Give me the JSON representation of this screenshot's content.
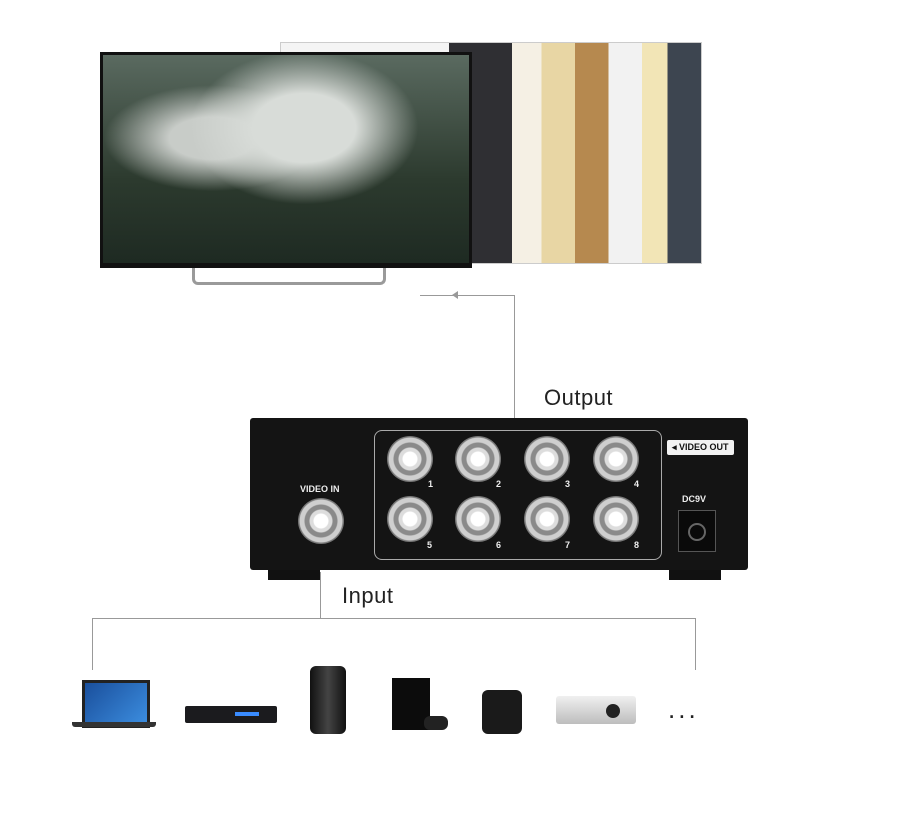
{
  "labels": {
    "output": "Output",
    "input": "Input",
    "more": "..."
  },
  "device": {
    "video_in": "VIDEO IN",
    "video_out": "VIDEO OUT",
    "power": "DC9V",
    "ports": [
      "1",
      "2",
      "3",
      "4",
      "5",
      "6",
      "7",
      "8"
    ]
  },
  "sources": [
    "laptop",
    "dvd-player",
    "pc-tower",
    "game-console",
    "set-top-box",
    "projector"
  ],
  "colors": {
    "line": "#999999",
    "device_body": "#111111"
  }
}
